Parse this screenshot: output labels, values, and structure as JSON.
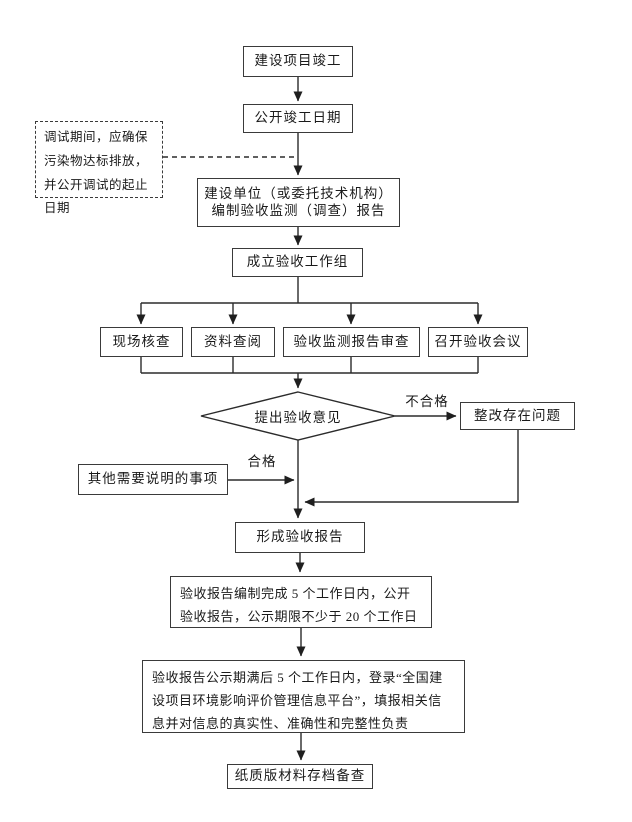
{
  "diagram": {
    "type": "flowchart",
    "language": "zh-CN",
    "colors": {
      "background": "#ffffff",
      "line": "#2b2b2b",
      "border": "#3a3a3a",
      "text": "#1a1a1a"
    },
    "nodes": {
      "start": {
        "label": "建设项目竣工"
      },
      "publish_date": {
        "label": "公开竣工日期"
      },
      "note": {
        "label": "调试期间，应确保污染物达标排放，并公开调试的起止日期"
      },
      "prepare_report": {
        "label": "建设单位（或委托技术机构）编制验收监测（调查）报告"
      },
      "form_group": {
        "label": "成立验收工作组"
      },
      "site_check": {
        "label": "现场核查"
      },
      "doc_review": {
        "label": "资料查阅"
      },
      "report_review": {
        "label": "验收监测报告审查"
      },
      "meeting": {
        "label": "召开验收会议"
      },
      "decision": {
        "label": "提出验收意见"
      },
      "rectify": {
        "label": "整改存在问题"
      },
      "other_matters": {
        "label": "其他需要说明的事项"
      },
      "form_report": {
        "label": "形成验收报告"
      },
      "publicize_report": {
        "label": "验收报告编制完成 5 个工作日内，公开验收报告，公示期限不少于 20 个工作日"
      },
      "platform_filing": {
        "label": "验收报告公示期满后 5 个工作日内，登录“全国建设项目环境影响评价管理信息平台”，填报相关信息并对信息的真实性、准确性和完整性负责"
      },
      "archive": {
        "label": "纸质版材料存档备查"
      }
    },
    "edge_labels": {
      "fail": "不合格",
      "pass": "合格"
    }
  }
}
